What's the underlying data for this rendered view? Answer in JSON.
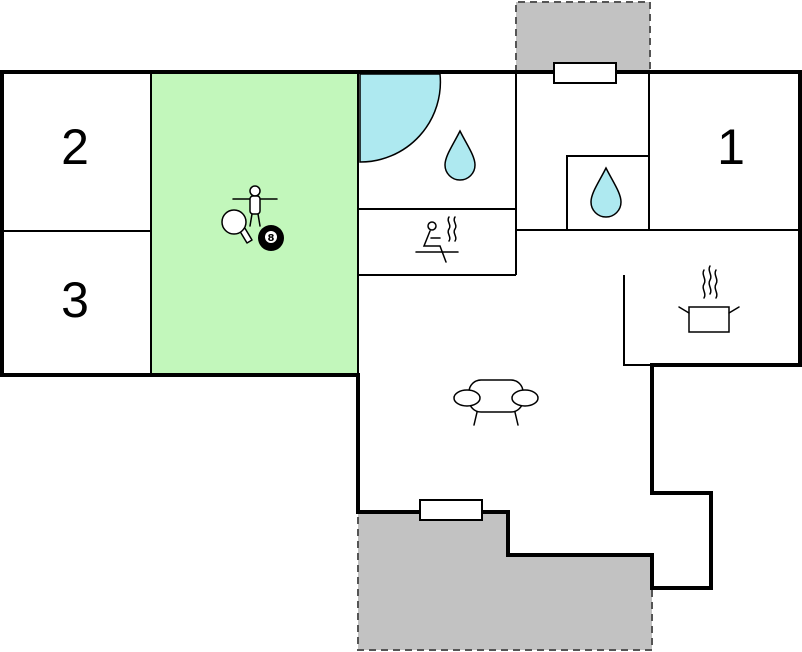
{
  "rooms": {
    "bedroom_1": {
      "label": "1"
    },
    "bedroom_2": {
      "label": "2"
    },
    "bedroom_3": {
      "label": "3"
    }
  },
  "icons": {
    "billiard_ball": "8",
    "game_room": [
      "table-tennis-paddle-icon",
      "foosball-player-icon",
      "billiard-ball-icon"
    ],
    "bathroom": [
      "water-drop-icon",
      "shower-corner-icon"
    ],
    "toilet": [
      "water-drop-icon"
    ],
    "sauna": [
      "sauna-icon"
    ],
    "kitchen": [
      "cooking-pot-icon"
    ],
    "living_room": [
      "sofa-icon"
    ]
  },
  "colors": {
    "wall": "#000000",
    "game_room_fill": "#c2f7bb",
    "water": "#aee9f0",
    "terrace": "#c2c2c2",
    "room_fill": "#ffffff"
  }
}
